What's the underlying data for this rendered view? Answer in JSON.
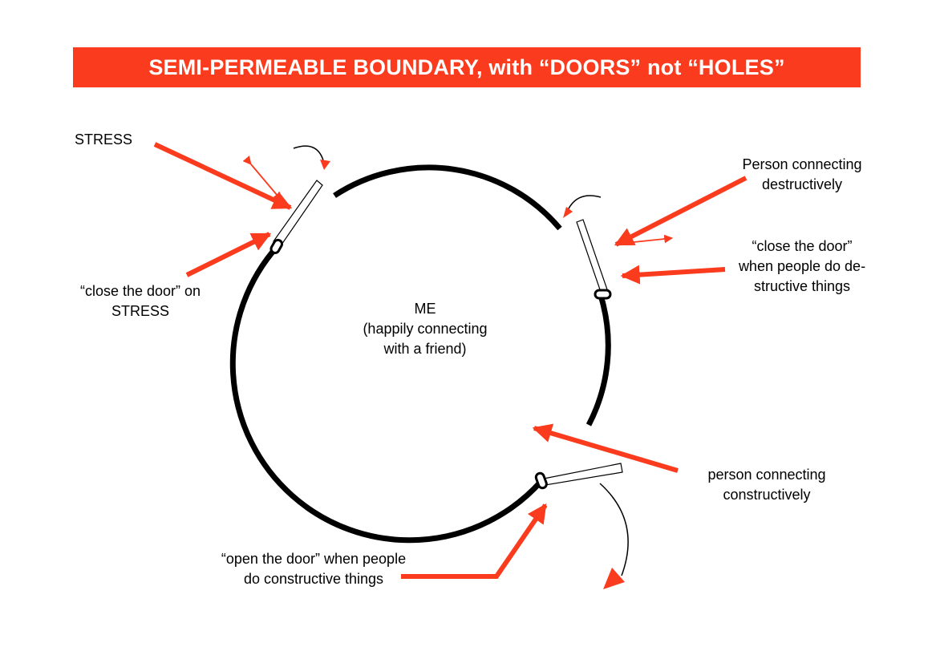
{
  "title": "SEMI-PERMEABLE BOUNDARY, with “DOORS” not “HOLES”",
  "colors": {
    "accent": "#fb3b1e",
    "boundary": "#000000",
    "background": "#ffffff"
  },
  "labels": {
    "stress": "STRESS",
    "close_stress": {
      "line1": "“close the door” on",
      "line2": "STRESS"
    },
    "me": {
      "line1": "ME",
      "line2": "(happily connecting",
      "line3": "with a friend)"
    },
    "destructive": {
      "line1": "Person connecting",
      "line2": "destructively"
    },
    "close_destructive": {
      "line1": "“close the door”",
      "line2": "when people do de-",
      "line3": "structive things"
    },
    "constructive": {
      "line1": "person connecting",
      "line2": "constructively"
    },
    "open_door": {
      "line1": "“open the door” when people",
      "line2": "do constructive things"
    }
  },
  "doors": [
    {
      "name": "stress-door",
      "state": "open"
    },
    {
      "name": "destructive-door",
      "state": "open"
    },
    {
      "name": "constructive-door",
      "state": "open"
    }
  ]
}
